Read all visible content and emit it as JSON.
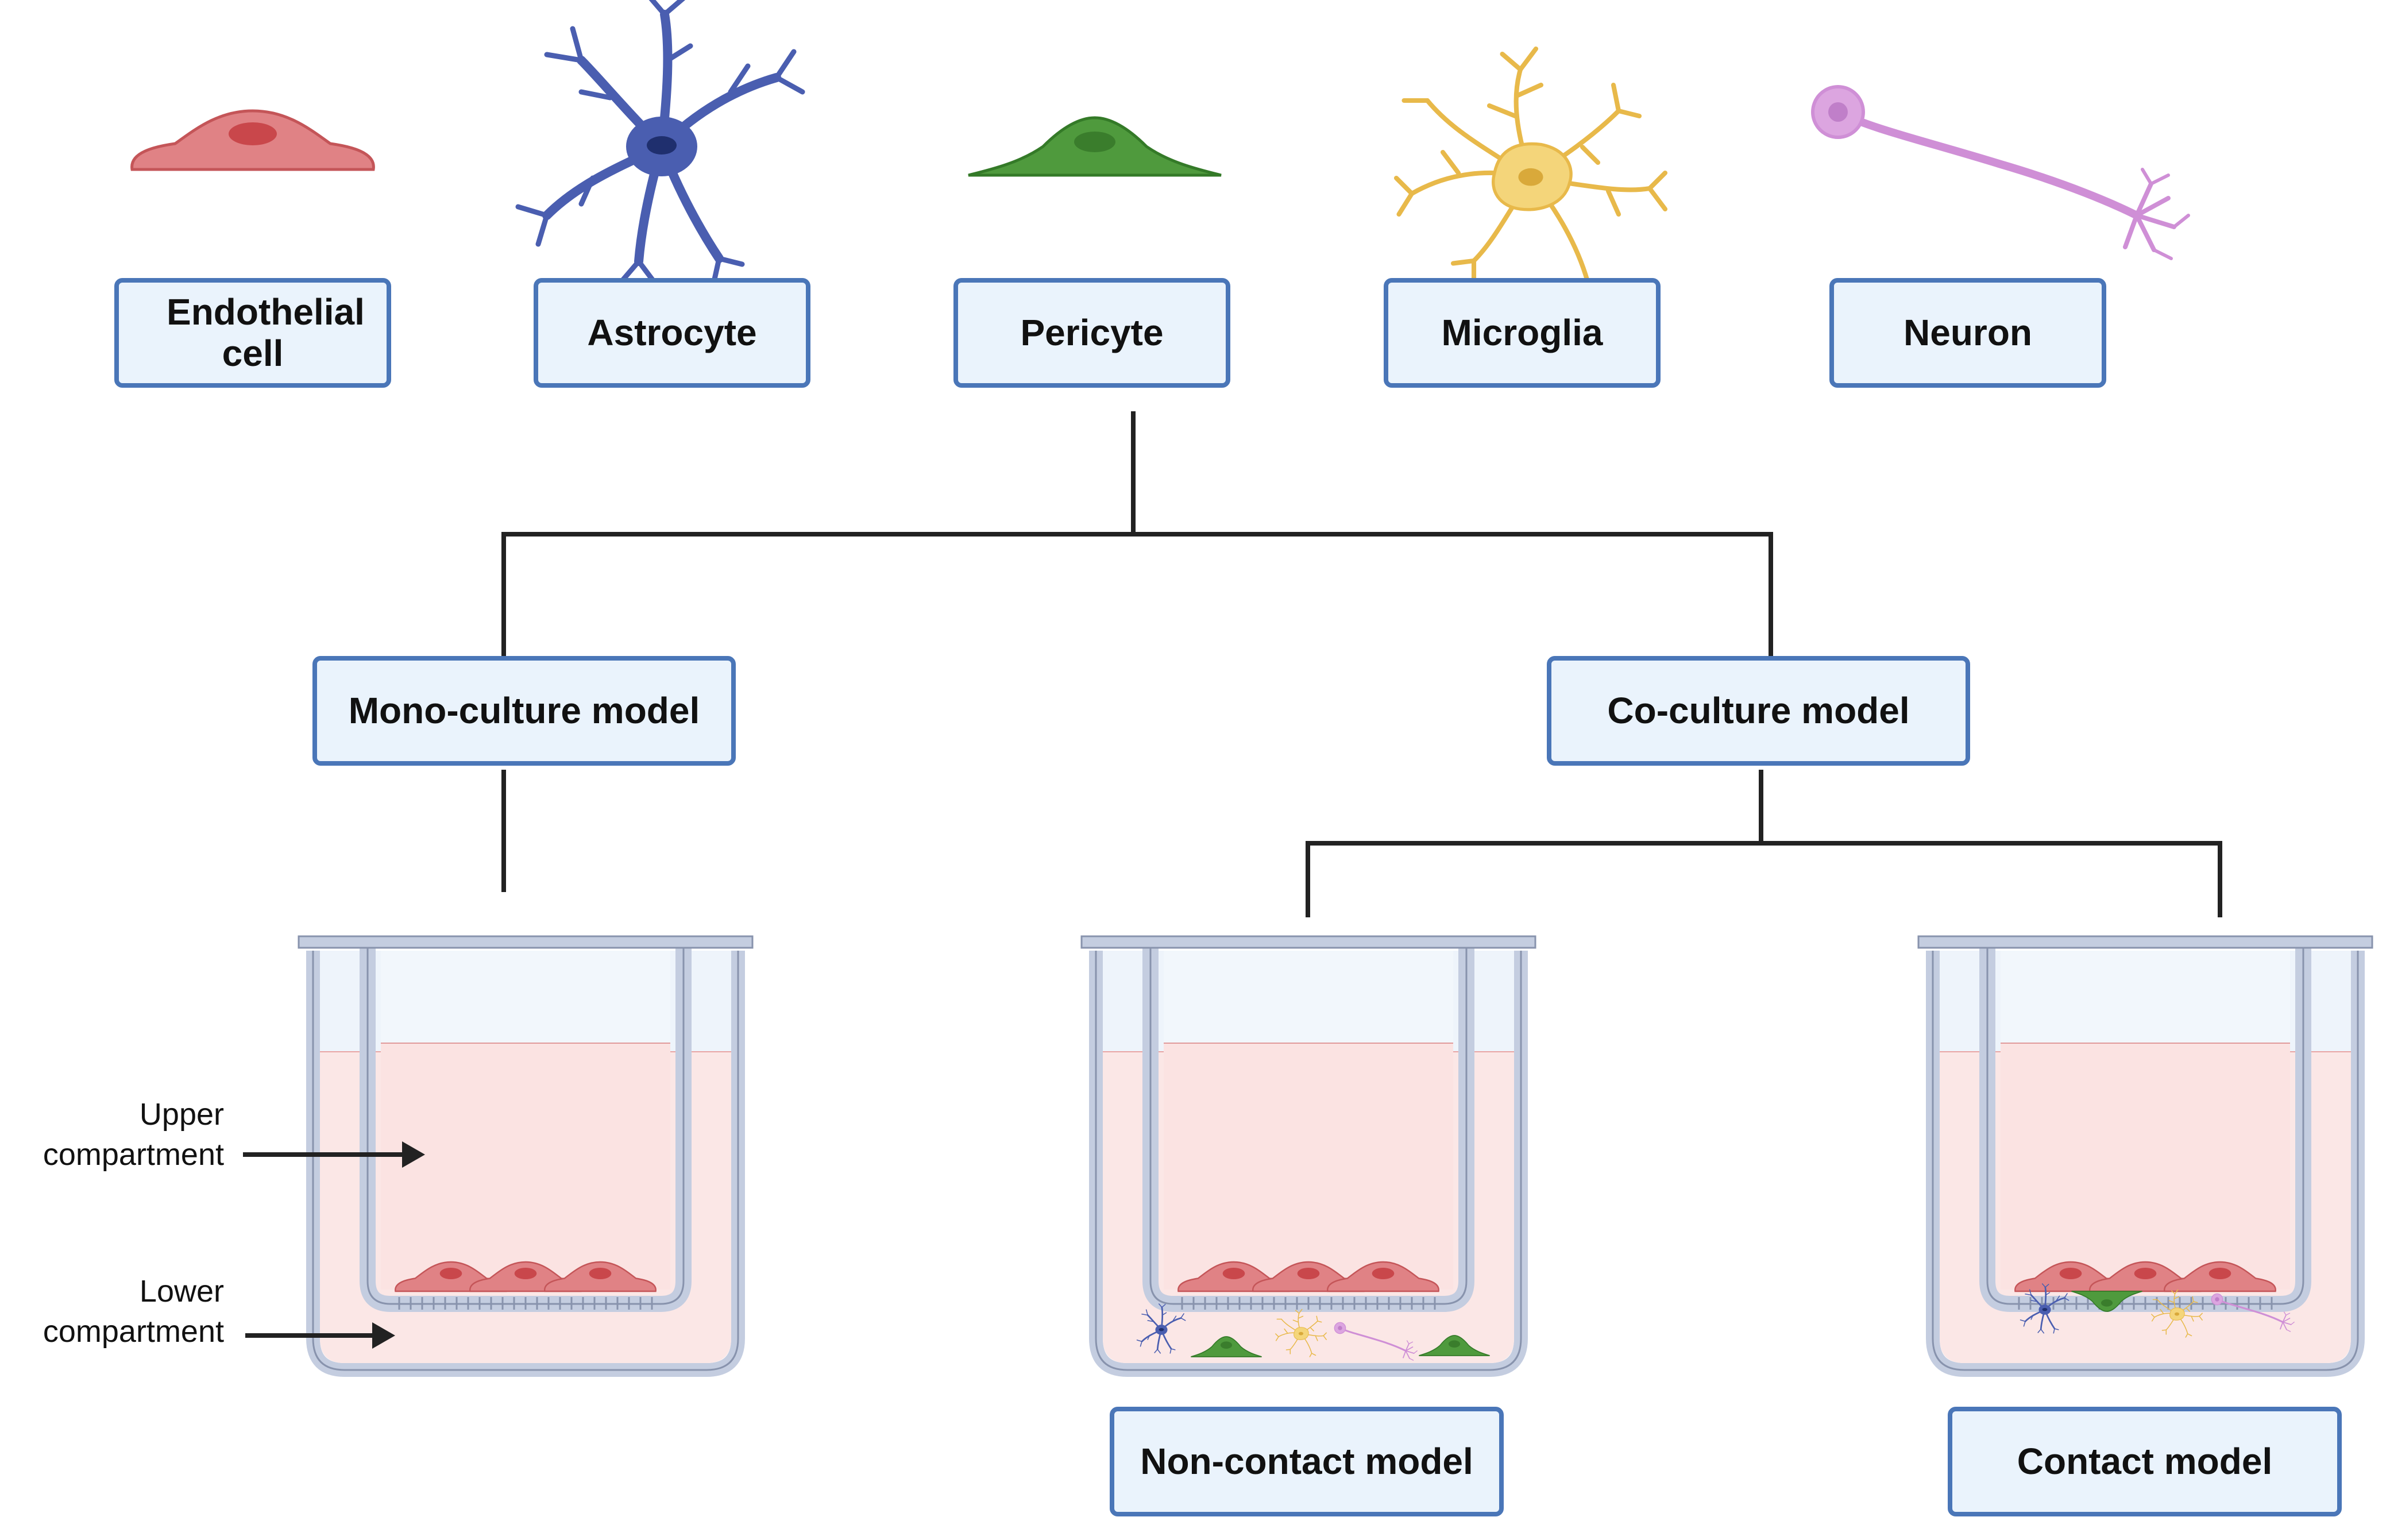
{
  "cell_types": [
    {
      "label": "Endothelial cell",
      "icon": "endothelial-cell-icon"
    },
    {
      "label": "Astrocyte",
      "icon": "astrocyte-icon"
    },
    {
      "label": "Pericyte",
      "icon": "pericyte-icon"
    },
    {
      "label": "Microglia",
      "icon": "microglia-icon"
    },
    {
      "label": "Neuron",
      "icon": "neuron-icon"
    }
  ],
  "models": {
    "mono": "Mono-culture model",
    "co": "Co-culture model",
    "non_contact": "Non-contact model",
    "contact": "Contact model"
  },
  "compartments": {
    "upper": "Upper compartment",
    "lower": "Lower compartment"
  },
  "colors": {
    "box_fill": "#eaf3fc",
    "box_border": "#4a76b8",
    "endothelial": "#d9676a",
    "astrocyte": "#4a5eb0",
    "pericyte": "#4a9a3a",
    "microglia": "#f2d06c",
    "neuron": "#cf8fd6",
    "medium": "#fbe7e6",
    "well_wall": "#c4cde0"
  }
}
